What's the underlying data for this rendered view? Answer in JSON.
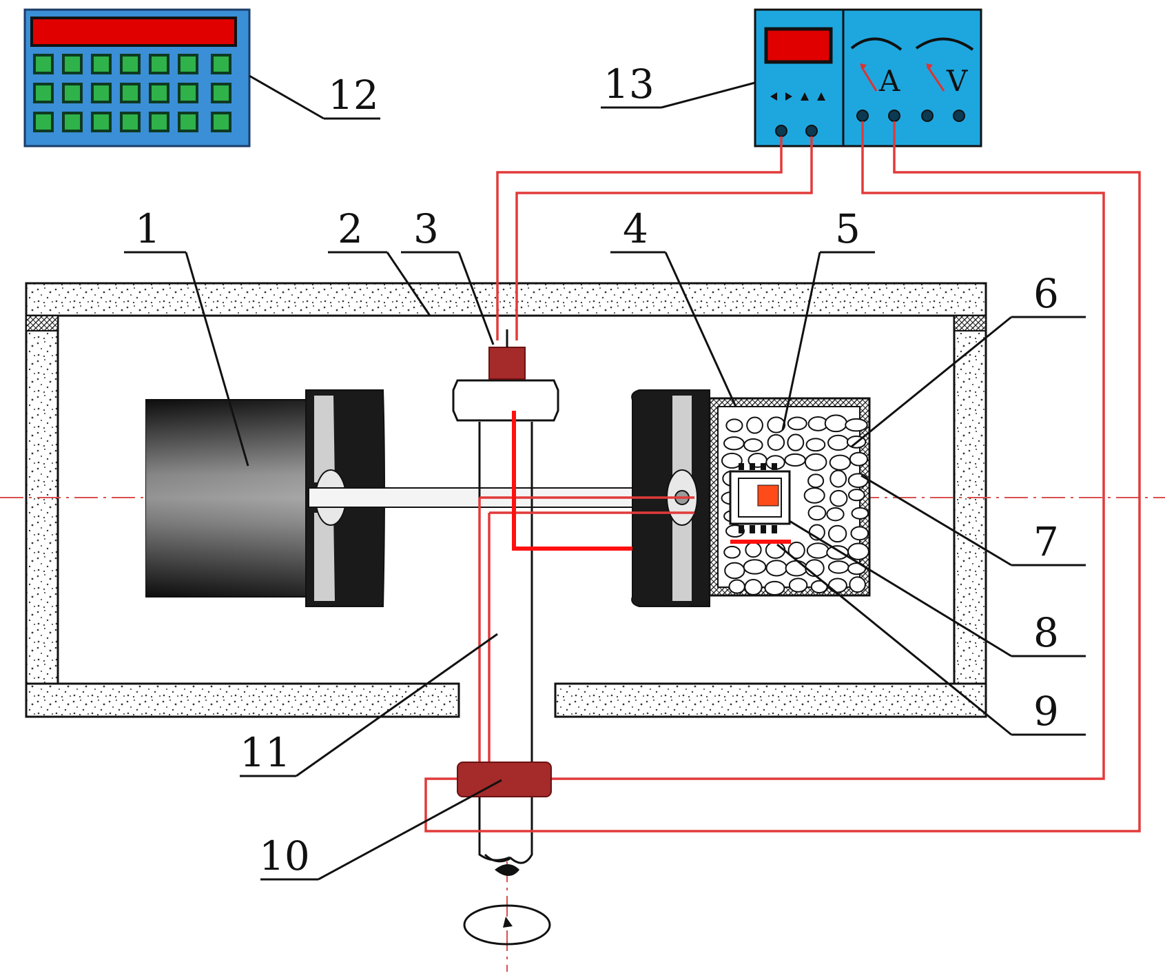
{
  "callouts": {
    "c1": "1",
    "c2": "2",
    "c3": "3",
    "c4": "4",
    "c5": "5",
    "c6": "6",
    "c7": "7",
    "c8": "8",
    "c9": "9",
    "c10": "10",
    "c11": "11",
    "c12": "12",
    "c13": "13"
  },
  "meter_labels": {
    "ammeter": "A",
    "voltmeter": "V"
  },
  "colors": {
    "wire": "#e23a3a",
    "heater": "#ff1010",
    "panel_blue": "#1ea7df",
    "keypad_blue": "#3b8fd6",
    "key_green": "#2fb24a",
    "display_red": "#e00000",
    "sensor_brown": "#a52a2a"
  },
  "icons": {
    "rotation": "rotation-arrow-icon",
    "ammeter_needle": "meter-needle-icon",
    "voltmeter_needle": "meter-needle-icon"
  }
}
